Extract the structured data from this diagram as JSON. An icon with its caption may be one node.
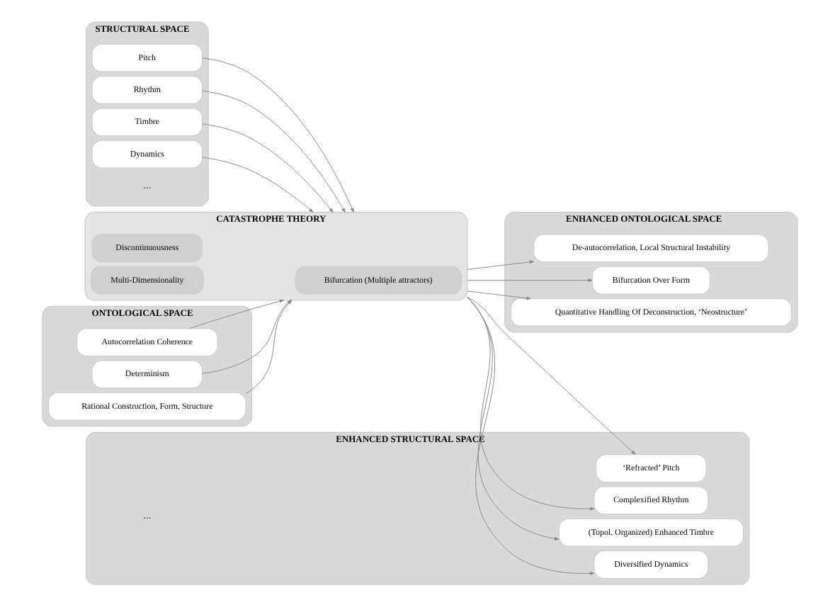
{
  "diagram": {
    "nodes": [
      {
        "text": [
          "STRUCTURAL SPACE"
        ]
      },
      {
        "text": [
          "Pitch"
        ],
        "in": 0
      },
      {
        "text": [
          "Rhythm"
        ],
        "in": 0
      },
      {
        "text": [
          "Timbre"
        ],
        "in": 0
      },
      {
        "text": [
          "Dynamics"
        ],
        "in": 0
      },
      {
        "text": [
          "ONTOLOGICAL SPACE"
        ]
      },
      {
        "text": [
          "Autocorrelation Coherence"
        ],
        "in": 5
      },
      {
        "text": [
          "Determinism"
        ],
        "in": 5
      },
      {
        "text": [
          "Rational Construction, Form, Structure"
        ],
        "in": 5
      },
      {
        "text": [
          "CATASTROPHE THEORY"
        ]
      },
      {
        "text": [
          "Discontinuousness"
        ],
        "in": 9
      },
      {
        "text": [
          "Bifurcation (Multiple attractors)"
        ],
        "in": 9
      },
      {
        "text": [
          "Multi-Dimensionality"
        ],
        "in": 9
      },
      {
        "text": [
          "ENHANCED STRUCTURAL SPACE"
        ]
      },
      {
        "text": [
          "‘Refracted’ Pitch"
        ],
        "in": 13
      },
      {
        "text": [
          "Complexified Rhythm"
        ],
        "in": 13
      },
      {
        "text": [
          "(Topol. Organized) Enhanced Timbre"
        ],
        "in": 13
      },
      {
        "text": [
          "Diversified Dynamics"
        ],
        "in": 13
      },
      {
        "text": [
          "ENHANCED ONTOLOGICAL SPACE"
        ]
      },
      {
        "text": [
          "De-autocorrelation, Local Structural Instability"
        ],
        "in": 18
      },
      {
        "text": [
          "Bifurcation Over Form"
        ],
        "in": 18
      },
      {
        "text": [
          "Quantitative Handling Of Deconstruction, ‘Neostructure’"
        ],
        "in": 18
      }
    ],
    "edges": [
      {
        "from": 1,
        "to": 9,
        "arrow": "to"
      },
      {
        "from": 2,
        "to": 9,
        "arrow": "to"
      },
      {
        "from": 3,
        "to": 9,
        "arrow": "to"
      },
      {
        "from": 4,
        "to": 9,
        "arrow": "to"
      },
      {
        "from": 6,
        "to": 9,
        "arrow": "to"
      },
      {
        "from": 7,
        "to": 9,
        "arrow": "to"
      },
      {
        "from": 8,
        "to": 9,
        "arrow": "to"
      },
      {
        "from": 9,
        "to": 14,
        "arrow": "to"
      },
      {
        "from": 9,
        "to": 15,
        "arrow": "to"
      },
      {
        "from": 9,
        "to": 16,
        "arrow": "to"
      },
      {
        "from": 9,
        "to": 17,
        "arrow": "to"
      },
      {
        "from": 9,
        "to": 19,
        "arrow": "to"
      },
      {
        "from": 9,
        "to": 20,
        "arrow": "to"
      },
      {
        "from": 9,
        "to": 21,
        "arrow": "to"
      }
    ],
    "labels": [
      "...",
      "..."
    ]
  }
}
